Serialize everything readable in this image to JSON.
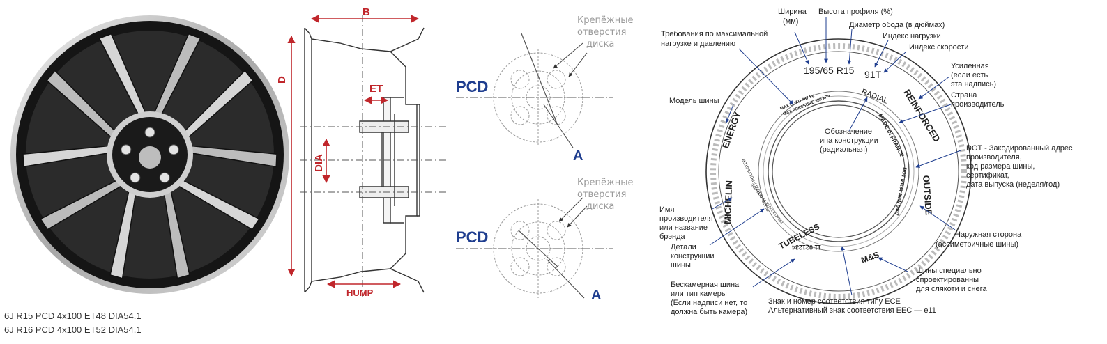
{
  "specs": [
    "6J R15 PCD 4x100 ET48 DIA54.1",
    "6J R16 PCD 4x100 ET52 DIA54.1"
  ],
  "profile": {
    "b": "B",
    "d": "D",
    "et": "ET",
    "dia": "DIA",
    "hump": "HUMP"
  },
  "pcd_top": {
    "pcd": "PCD",
    "holes": [
      "Крепёжные",
      "отверстия",
      "диска"
    ],
    "a": "A"
  },
  "pcd_bottom": {
    "pcd": "PCD",
    "holes": [
      "Крепёжные",
      "отверстия",
      "диска"
    ],
    "a": "A"
  },
  "tire_text": {
    "size": "195/65 R15",
    "load_speed": "91T",
    "radial": "RADIAL",
    "reinforced": "REINFORCED",
    "made_in": "MADE IN FRANCE",
    "energy": "ENERGY",
    "michelin": "MICHELIN",
    "outside": "OUTSIDE",
    "tubeless": "TUBELESS",
    "ms": "M&S",
    "serial": "11 021234",
    "dot": "DOT MR84 A0W 0407",
    "maxload": "MAX LOAD 487 kg",
    "maxpress": "MAX PRESSURE 300 kPa",
    "plies": "PLIES: TREAD 2 POLYESTER",
    "tread_small": "TREAD 2 STEEL 1 POLYAMIDE"
  },
  "labels": {
    "width": [
      "Ширина",
      "(мм)"
    ],
    "profile_height": "Высота профиля (%)",
    "rim_diameter": "Диаметр обода (в дюймах)",
    "load_index": "Индекс нагрузки",
    "speed_index": "Индекс скорости",
    "max_load": [
      "Требования по максимальной",
      "нагрузке и давлению"
    ],
    "reinforced": [
      "Усиленная",
      "(если есть",
      "эта  надпись)"
    ],
    "country": [
      "Страна",
      "производитель"
    ],
    "model": "Модель шины",
    "construction": [
      "Обозначение",
      "типа конструкции",
      "(радиальная)"
    ],
    "dot": [
      "DOT - Закодированный адрес",
      "производителя,",
      "код размера шины,",
      "сертификат,",
      "дата выпуска (неделя/год)"
    ],
    "brand": [
      "Имя",
      "производителя",
      "или название",
      "брэнда"
    ],
    "details": [
      "Детали",
      "конструкции",
      "шины"
    ],
    "outside": [
      "Наружная сторона",
      "(ассиметричные шины)"
    ],
    "winter": [
      "Шины специально",
      "спроектированны",
      "для  слякоти и снега"
    ],
    "tubeless": [
      "Бескамерная шина",
      "или тип камеры",
      "(Если надписи нет, то",
      "должна быть камера)"
    ],
    "ece": [
      "Знак и номер соответствия типу ECE",
      "Альтернативный знак соответствия EEC — e11"
    ]
  },
  "colors": {
    "accent_red": "#c0262b",
    "pcd_blue": "#1e3d8f"
  }
}
